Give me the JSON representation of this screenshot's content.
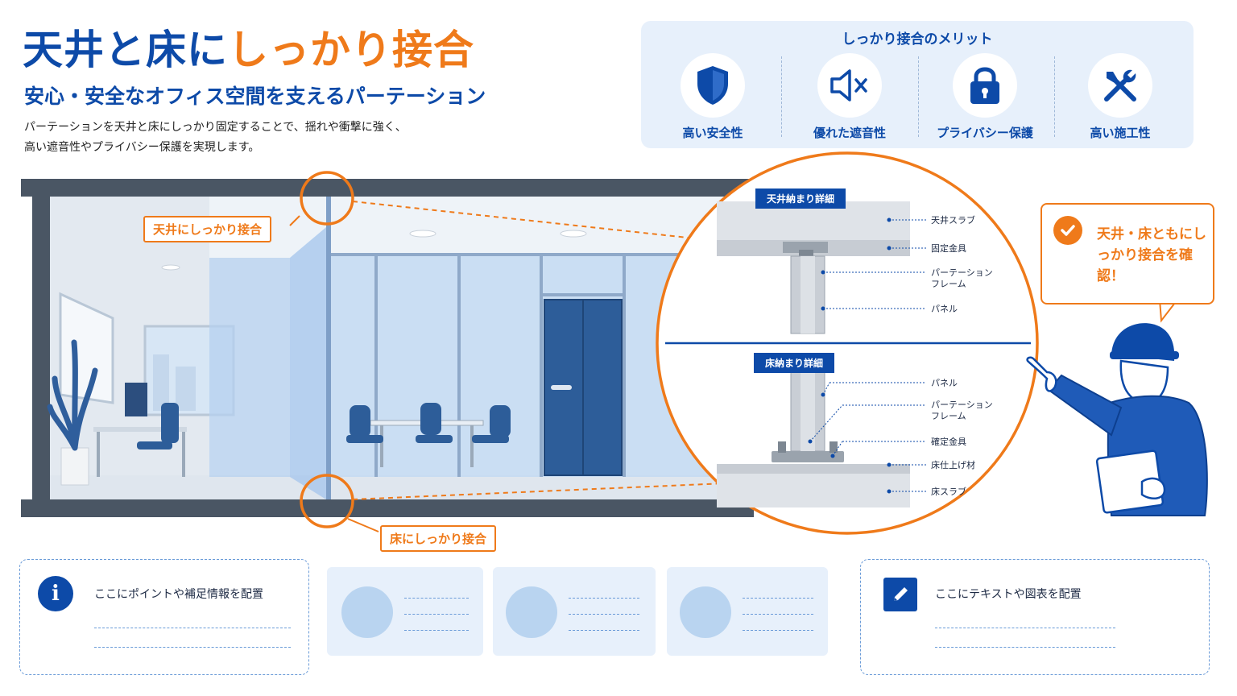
{
  "header": {
    "title_part1": "天井と床に",
    "title_part2": "しっかり接合",
    "subtitle": "安心・安全なオフィス空間を支えるパーテーション",
    "description_line1": "パーテーションを天井と床にしっかり固定することで、揺れや衝撃に強く、",
    "description_line2": "高い遮音性やプライバシー保護を実現します。"
  },
  "merits": {
    "title": "しっかり接合のメリット",
    "items": [
      {
        "label": "高い安全性",
        "icon": "shield-icon"
      },
      {
        "label": "優れた遮音性",
        "icon": "speaker-mute-icon"
      },
      {
        "label": "プライバシー保護",
        "icon": "lock-icon"
      },
      {
        "label": "高い施工性",
        "icon": "tools-icon"
      }
    ]
  },
  "callouts": {
    "ceiling": "天井にしっかり接合",
    "floor": "床にしっかり接合"
  },
  "detail": {
    "ceiling_heading": "天井納まり詳細",
    "ceiling_labels": [
      "天井スラブ",
      "固定金具",
      "パーテーション\nフレーム",
      "パネル"
    ],
    "floor_heading": "床納まり詳細",
    "floor_labels": [
      "パネル",
      "パーテーション\nフレーム",
      "確定金具",
      "床仕上げ材",
      "床スラブ"
    ]
  },
  "confirm": {
    "text": "天井・床ともにしっかり接合を確認！"
  },
  "bottom": {
    "info_text": "ここにポイントや補足情報を配置",
    "edit_text": "ここにテキストや図表を配置"
  },
  "colors": {
    "primary": "#0d4aa8",
    "accent": "#ef7a1a",
    "panel": "#e7f0fb"
  }
}
